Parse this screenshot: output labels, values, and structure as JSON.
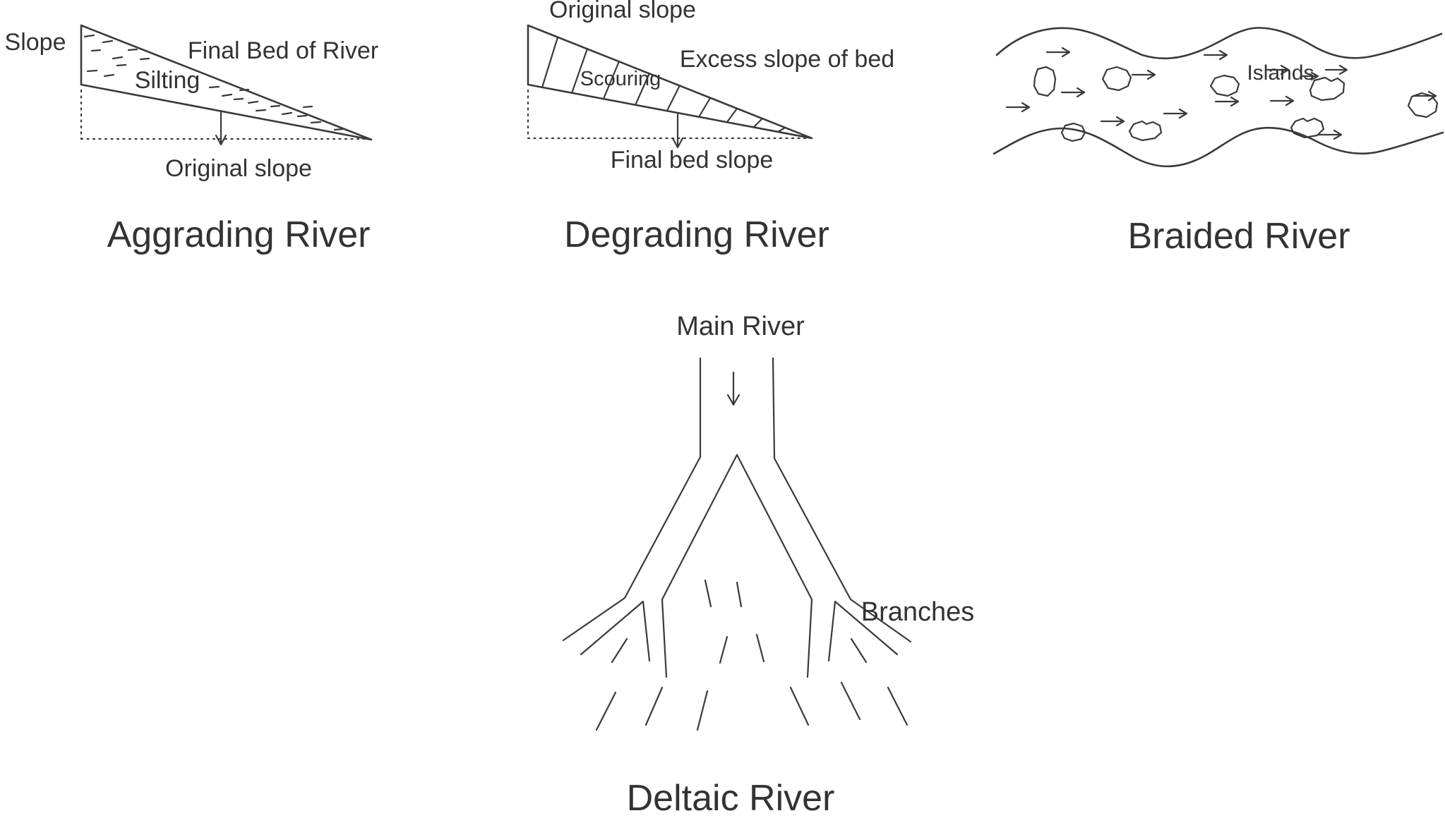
{
  "figure": {
    "background_color": "#ffffff",
    "stroke_color": "#3a3a3a",
    "text_color": "#333333"
  },
  "diagrams": {
    "aggrading": {
      "title": "Aggrading River",
      "labels": {
        "slope": "Slope",
        "final_bed": "Final Bed of River",
        "silting": "Silting",
        "original_slope": "Original slope"
      }
    },
    "degrading": {
      "title": "Degrading River",
      "labels": {
        "original_slope": "Original slope",
        "excess_slope": "Excess slope of bed",
        "scouring": "Scouring",
        "final_bed_slope": "Final bed slope"
      }
    },
    "braided": {
      "title": "Braided River",
      "labels": {
        "islands": "Islands"
      }
    },
    "deltaic": {
      "title": "Deltaic River",
      "labels": {
        "main_river": "Main River",
        "branches": "Branches"
      }
    }
  }
}
